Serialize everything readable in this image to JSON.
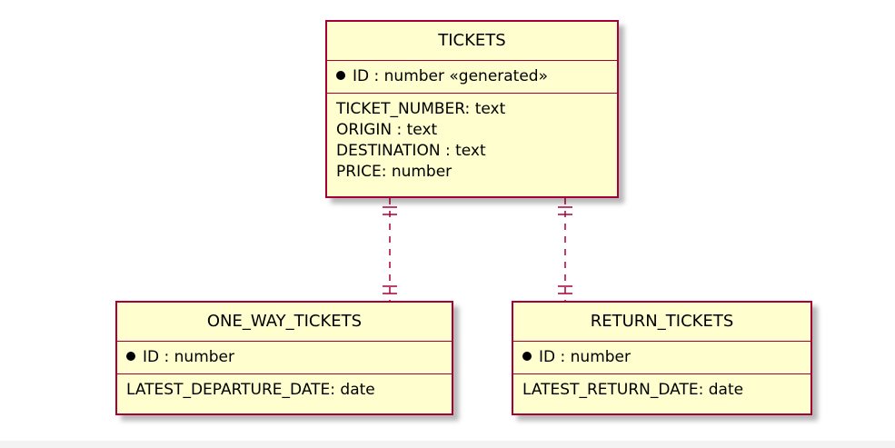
{
  "entities": {
    "tickets": {
      "title": "TICKETS",
      "key": "ID : number «generated»",
      "attributes": [
        "TICKET_NUMBER: text",
        "ORIGIN : text",
        "DESTINATION : text",
        "PRICE: number"
      ]
    },
    "one_way": {
      "title": "ONE_WAY_TICKETS",
      "key": "ID : number",
      "attributes": [
        "LATEST_DEPARTURE_DATE: date"
      ]
    },
    "return": {
      "title": "RETURN_TICKETS",
      "key": "ID : number",
      "attributes": [
        "LATEST_RETURN_DATE: date"
      ]
    }
  },
  "relationships": [
    {
      "from": "TICKETS",
      "to": "ONE_WAY_TICKETS",
      "from_cardinality": "exactly-one",
      "to_cardinality": "exactly-one",
      "style": "dashed"
    },
    {
      "from": "TICKETS",
      "to": "RETURN_TICKETS",
      "from_cardinality": "exactly-one",
      "to_cardinality": "exactly-one",
      "style": "dashed"
    }
  ],
  "colors": {
    "entity_fill": "#fefece",
    "entity_border": "#a80036",
    "connector": "#a80036"
  }
}
